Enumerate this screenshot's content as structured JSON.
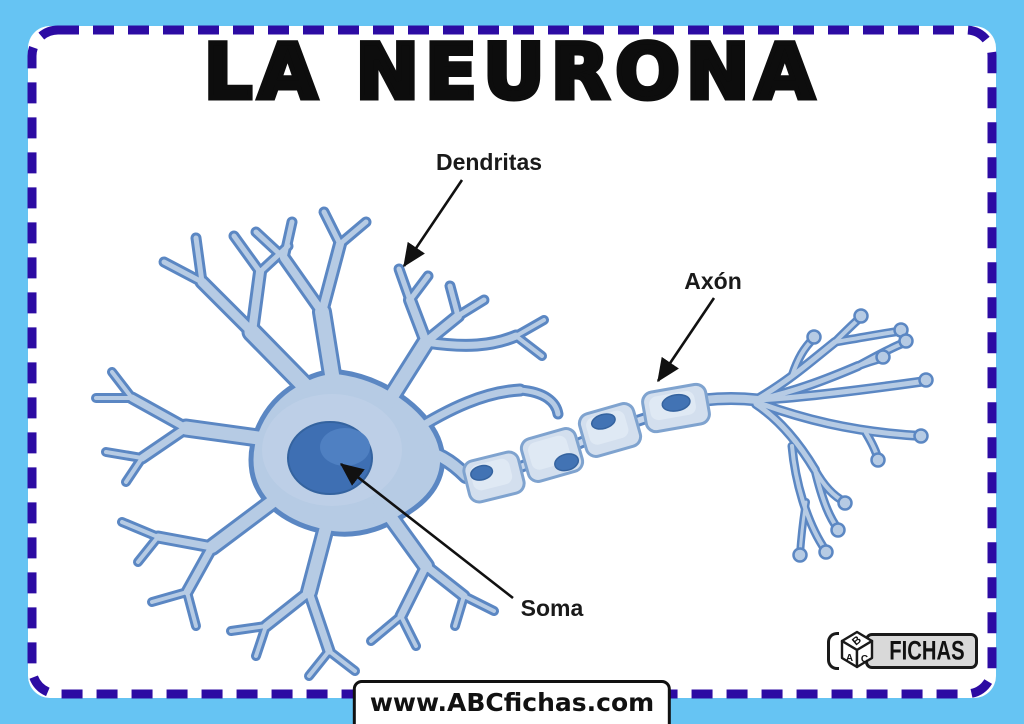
{
  "title": "LA NEURONA",
  "diagram": {
    "labels": {
      "dendritas": "Dendritas",
      "axon": "Axón",
      "soma": "Soma"
    }
  },
  "watermark": {
    "text": "www.ABCfichas.com"
  },
  "logo": {
    "cube_letters": [
      "B",
      "A",
      "C"
    ],
    "text": "FICHAS"
  },
  "colors": {
    "frame_background": "#66c4f3",
    "dashed_border": "#2c0ba3",
    "card_background": "#ffffff",
    "title_text": "#0d0d0d",
    "label_text": "#1a1a1a",
    "arrow": "#111111",
    "neuron_fill": "#b6cbe4",
    "neuron_outline": "#5b87c3",
    "soma_inner_tint": "#c3d4e9",
    "nucleus_fill": "#3e6fb3",
    "nucleus_highlight": "#4f80c2",
    "myelin_fill": "#d3dfee",
    "myelin_outline": "#7fa3cf",
    "myelin_nucleus": "#4273b4"
  }
}
